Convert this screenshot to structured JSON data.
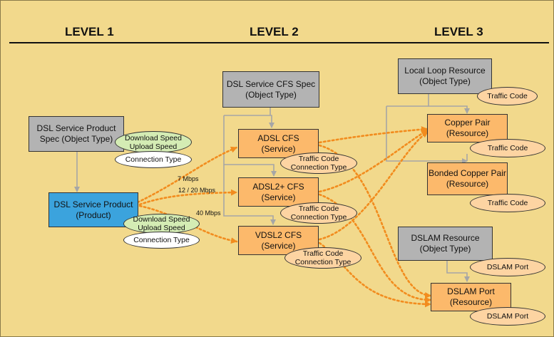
{
  "levels": [
    "LEVEL 1",
    "LEVEL 2",
    "LEVEL 3"
  ],
  "level1": {
    "spec_line1": "DSL Service Product",
    "spec_line2": "Spec (Object Type)",
    "spec_chars": {
      "line1": "Download Speed",
      "line2": "Upload Speed",
      "line3": "Connection Type"
    },
    "product_line1": "DSL Service Product",
    "product_line2": "(Product)",
    "product_chars": {
      "line1": "Download Speed",
      "line2": "Upload Speed",
      "line3": "Connection Type"
    }
  },
  "level2": {
    "spec_line1": "DSL Service CFS Spec",
    "spec_line2": "(Object Type)",
    "adsl_line1": "ADSL CFS",
    "adsl2_line1": "ADSL2+ CFS",
    "vdsl2_line1": "VDSL2 CFS",
    "service_line2": "(Service)",
    "cfs_char_line1": "Traffic Code",
    "cfs_char_line2": "Connection Type",
    "speeds": {
      "adsl": "7 Mbps",
      "adsl2": "12 / 20 Mbps",
      "vdsl2": "40 Mbps"
    }
  },
  "level3": {
    "loop_line1": "Local Loop Resource",
    "loop_line2": "(Object Type)",
    "traffic_code": "Traffic Code",
    "copper_line1": "Copper Pair",
    "bonded_line1": "Bonded Copper Pair",
    "resource_line2": "(Resource)",
    "dslam_res_line1": "DSLAM Resource",
    "dslam_res_line2": "(Object Type)",
    "dslam_port_char": "DSLAM Port",
    "dslam_port_line1": "DSLAM Port"
  },
  "colors": {
    "background": "#f2d98c",
    "object_type": "#b3b3b3",
    "service": "#fcb96b",
    "product": "#3ba3dd",
    "characteristic": "#fdd4a2",
    "speed_char": "#d4ecb4",
    "connector": "#a6a6a6",
    "realization": "#f28c1e"
  }
}
